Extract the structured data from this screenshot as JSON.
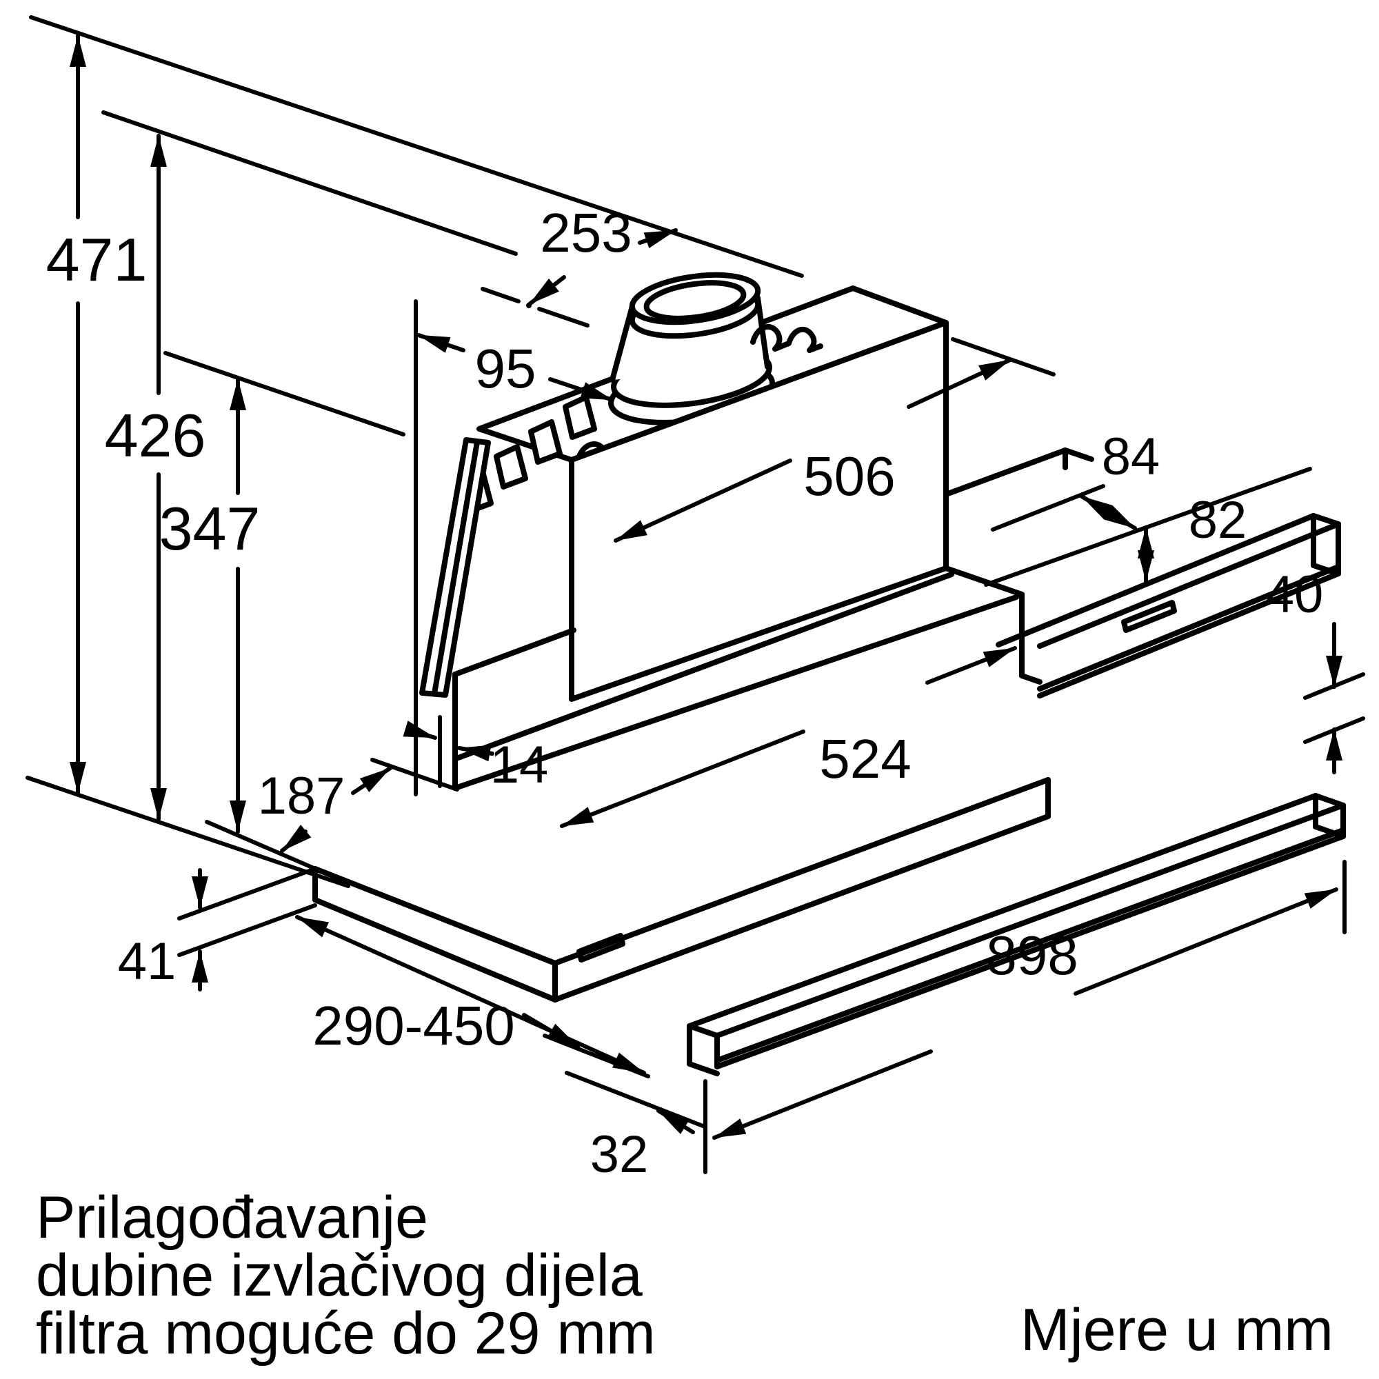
{
  "drawing": {
    "type": "appliance-installation-dimension-diagram",
    "dimensions": {
      "height_total": "471",
      "height_upper": "426",
      "height_body": "347",
      "duct_offset_back": "253",
      "duct_offset_side": "95",
      "top_depth": "506",
      "rail_step_depth": "84",
      "rail_step_drop": "82",
      "rail_end_height": "40",
      "body_width": "524",
      "front_lip_gap": "14",
      "front_overhang": "187",
      "panel_thickness": "41",
      "pullout_range": "290-450",
      "total_width": "898",
      "panel_rail_gap": "32"
    },
    "note_lines": [
      "Prilagođavanje",
      "dubine izvlačivog dijela",
      "filtra moguće do 29 mm"
    ],
    "units_label": "Mjere u mm",
    "colors": {
      "line": "#000000",
      "background": "#ffffff"
    }
  }
}
